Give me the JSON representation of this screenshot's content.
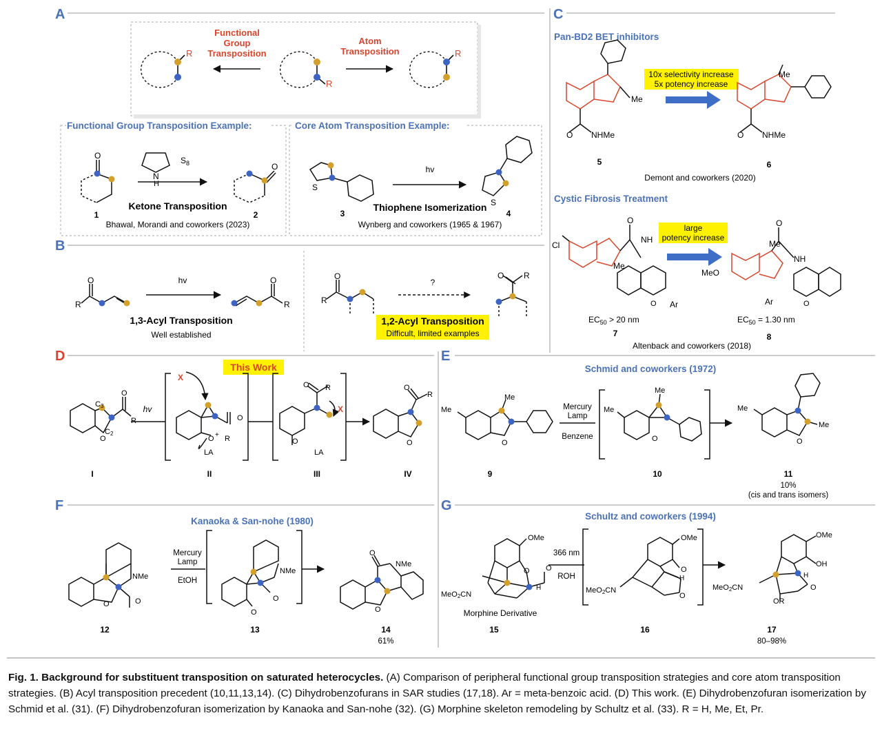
{
  "colors": {
    "blue_accent": "#4a72b8",
    "red_accent": "#d9452b",
    "atom_blue": "#3d64c2",
    "atom_gold": "#d3a02c",
    "highlight_yellow": "#fff200",
    "arrow_blue": "#3f6ec6"
  },
  "panels": {
    "A": {
      "letter": "A",
      "functional_label": [
        "Functional",
        "Group",
        "Transposition"
      ],
      "atom_label": [
        "Atom",
        "Transposition"
      ],
      "fg_example_title": "Functional Group Transposition Example:",
      "core_example_title": "Core Atom Transposition Example:",
      "s8": "S",
      "s8_sub": "8",
      "n_h": "N",
      "h_label": "H",
      "o_label": "O",
      "r_label": "R",
      "s_label": "S",
      "hv": "hv",
      "ketone_title": "Ketone Transposition",
      "ketone_credit": "Bhawal, Morandi and coworkers (2023)",
      "thiophene_title": "Thiophene Isomerization",
      "thiophene_credit": "Wynberg and coworkers (1965 & 1967)",
      "num1": "1",
      "num2": "2",
      "num3": "3",
      "num4": "4"
    },
    "B": {
      "letter": "B",
      "hv": "hv",
      "q": "?",
      "acyl13_title": "1,3-Acyl Transposition",
      "acyl13_sub": "Well established",
      "acyl12_title": "1,2-Acyl Transposition",
      "acyl12_sub": "Difficult, limited examples"
    },
    "C": {
      "letter": "C",
      "bet_title": "Pan-BD2 BET inhibitors",
      "sel_line1": "10x selectivity increase",
      "sel_line2": "5x potency increase",
      "me": "Me",
      "nhme": "NHMe",
      "num5": "5",
      "num6": "6",
      "demont_credit": "Demont and coworkers (2020)",
      "cf_title": "Cystic Fibrosis Treatment",
      "pot_line1": "large",
      "pot_line2": "potency increase",
      "cl": "Cl",
      "meo": "MeO",
      "nh": "NH",
      "ar": "Ar",
      "ec50_7_pre": "EC",
      "ec50_sub": "50",
      "ec50_7_val": " > 20 nm",
      "ec50_8_val": " = 1.30 nm",
      "num7": "7",
      "num8": "8",
      "altenback_credit": "Altenback and coworkers (2018)"
    },
    "D": {
      "letter": "D",
      "this_work": "This Work",
      "hv": "hv",
      "c3": "C",
      "c3_sub": "3",
      "c2": "C",
      "c2_sub": "2",
      "x": "X",
      "la": "LA",
      "plus": "+",
      "numI": "I",
      "numII": "II",
      "numIII": "III",
      "numIV": "IV"
    },
    "E": {
      "letter": "E",
      "title": "Schmid and coworkers (1972)",
      "mercury1": "Mercury",
      "lamp": "Lamp",
      "benzene": "Benzene",
      "num9": "9",
      "num10": "10",
      "num11": "11",
      "yield": "10%",
      "isomers": "(cis and trans isomers)"
    },
    "F": {
      "letter": "F",
      "title": "Kanaoka & San-nohe (1980)",
      "mercury1": "Mercury",
      "lamp": "Lamp",
      "etoh": "EtOH",
      "nme": "NMe",
      "num12": "12",
      "num13": "13",
      "num14": "14",
      "yield": "61%"
    },
    "G": {
      "letter": "G",
      "title": "Schultz and coworkers (1994)",
      "nm": "366 nm",
      "roh": "ROH",
      "ome": "OMe",
      "oh": "OH",
      "or": "OR",
      "meo2cn": "MeO",
      "meo2cn_sub": "2",
      "meo2cn_end": "CN",
      "morphine": "Morphine Derivative",
      "num15": "15",
      "num16": "16",
      "num17": "17",
      "yield": "80–98%"
    }
  },
  "caption": {
    "lead": "Fig. 1. Background for substituent transposition on saturated heterocycles.",
    "body": " (A) Comparison of peripheral functional group transposition strategies and core atom transposition strategies. (B) Acyl transposition precedent (10,11,13,14). (C) Dihydrobenzofurans in SAR studies (17,18). Ar = meta-benzoic acid. (D) This work. (E) Dihydrobenzofuran isomerization by Schmid et al. (31). (F) Dihydrobenzofuran isomerization by Kanaoka and San-nohe (32). (G) Morphine skeleton remodeling by Schultz et al. (33). R = H, Me, Et, Pr."
  }
}
